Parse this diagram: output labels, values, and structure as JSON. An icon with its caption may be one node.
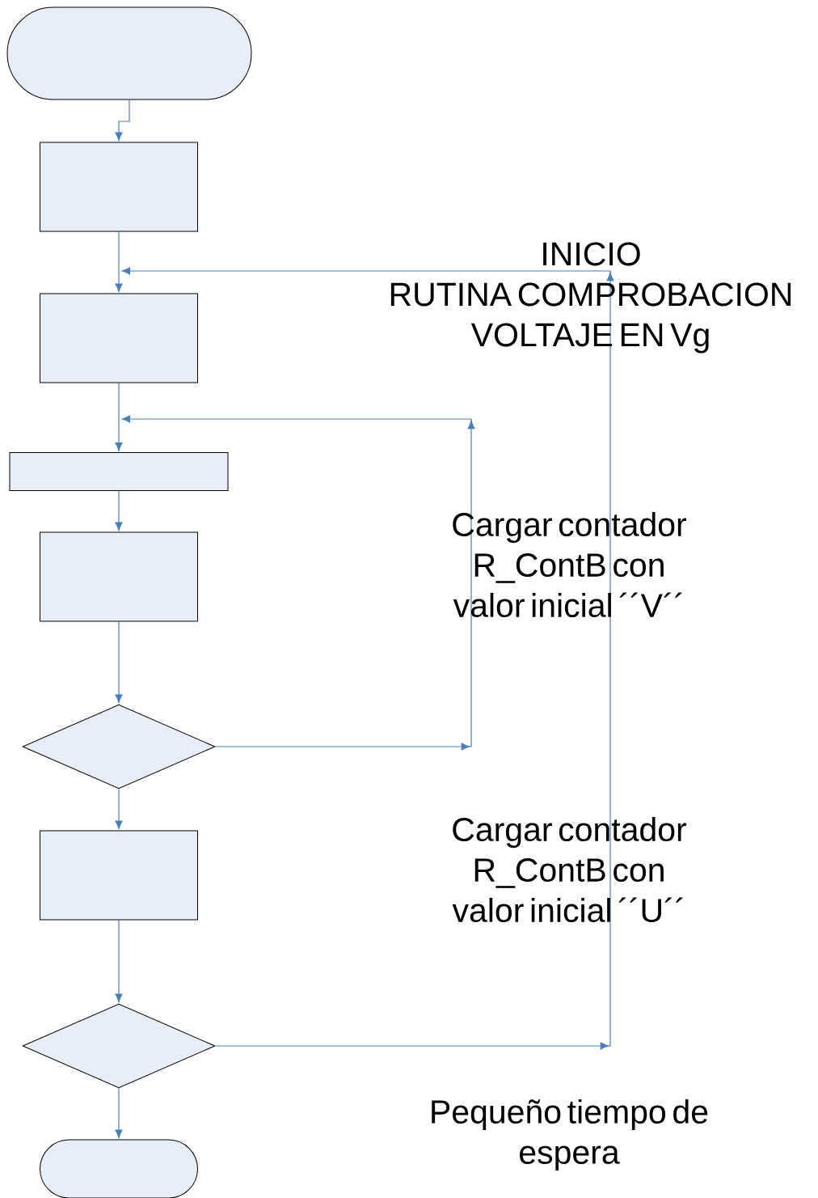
{
  "diagram": {
    "nodes": [
      {
        "text": [],
        "shape": "oval"
      },
      {
        "text": [],
        "shape": "box"
      },
      {
        "text": [],
        "shape": "box"
      },
      {
        "text": [],
        "shape": "box"
      },
      {
        "text": [],
        "shape": "box"
      },
      {
        "text": [],
        "shape": "diamond"
      },
      {
        "text": [],
        "shape": "box"
      },
      {
        "text": [],
        "shape": "diamond"
      },
      {
        "text": [],
        "shape": "oval"
      }
    ],
    "edges": [
      {
        "from": 0,
        "to": 1,
        "arrow": "to"
      },
      {
        "from": 1,
        "to": 2,
        "arrow": "to"
      },
      {
        "from": 2,
        "to": 3,
        "arrow": "to"
      },
      {
        "from": 3,
        "to": 4,
        "arrow": "to"
      },
      {
        "from": 4,
        "to": 5,
        "arrow": "to"
      },
      {
        "from": 5,
        "to": 6,
        "arrow": "to"
      },
      {
        "from": 6,
        "to": 7,
        "arrow": "to"
      },
      {
        "from": 7,
        "to": 8,
        "arrow": "to"
      },
      {
        "from": 5,
        "to": 3,
        "arrow": "to"
      },
      {
        "from": 7,
        "to": 2,
        "arrow": "to"
      }
    ],
    "labels": [
      "INICIO RUTINA COMPROBACION VOLTAJE EN Vg",
      "Cargar contador R_ContB con valor inicial ´´V´´",
      "Cargar contador R_ContB con valor inicial ´´U´´",
      "Pequeño tiempo de espera"
    ]
  }
}
